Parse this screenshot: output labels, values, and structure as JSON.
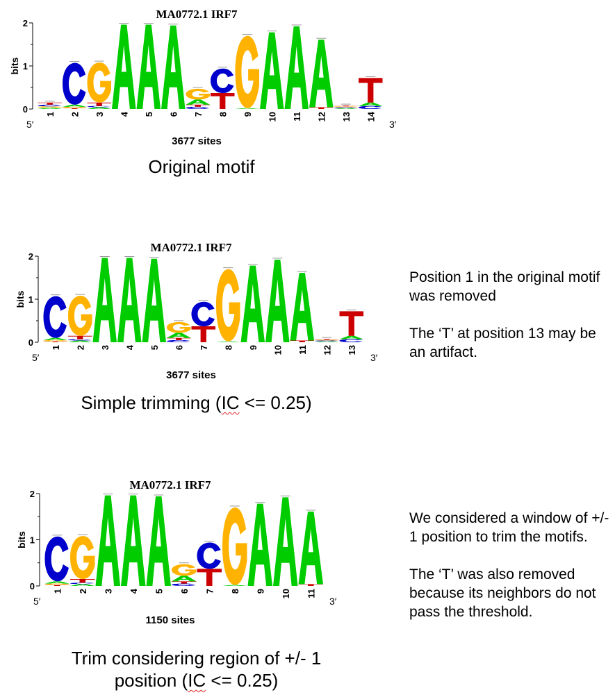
{
  "panels": [
    {
      "id": "original",
      "title": "MA0772.1 IRF7",
      "y_label": "bits",
      "y_ticks": [
        "0",
        "1",
        "2"
      ],
      "ymax": 2,
      "end5": "5′",
      "end3": "3′",
      "sites": "3677 sites",
      "caption": "Original motif",
      "positions": [
        {
          "label": "1",
          "stack": [
            [
              "A",
              0.03
            ],
            [
              "G",
              0.03
            ],
            [
              "C",
              0.04
            ],
            [
              "T",
              0.05
            ]
          ]
        },
        {
          "label": "2",
          "stack": [
            [
              "T",
              0.02
            ],
            [
              "G",
              0.03
            ],
            [
              "A",
              0.05
            ],
            [
              "C",
              0.97
            ]
          ]
        },
        {
          "label": "3",
          "stack": [
            [
              "A",
              0.04
            ],
            [
              "C",
              0.03
            ],
            [
              "T",
              0.08
            ],
            [
              "G",
              0.93
            ]
          ]
        },
        {
          "label": "4",
          "stack": [
            [
              "A",
              1.96
            ]
          ]
        },
        {
          "label": "5",
          "stack": [
            [
              "A",
              1.96
            ]
          ]
        },
        {
          "label": "6",
          "stack": [
            [
              "A",
              1.94
            ]
          ]
        },
        {
          "label": "7",
          "stack": [
            [
              "C",
              0.05
            ],
            [
              "T",
              0.05
            ],
            [
              "A",
              0.12
            ],
            [
              "G",
              0.25
            ]
          ]
        },
        {
          "label": "8",
          "stack": [
            [
              "T",
              0.37
            ],
            [
              "C",
              0.57
            ]
          ]
        },
        {
          "label": "9",
          "stack": [
            [
              "A",
              0.02
            ],
            [
              "G",
              1.68
            ]
          ]
        },
        {
          "label": "10",
          "stack": [
            [
              "A",
              1.78
            ]
          ]
        },
        {
          "label": "11",
          "stack": [
            [
              "A",
              1.92
            ]
          ]
        },
        {
          "label": "12",
          "stack": [
            [
              "T",
              0.04
            ],
            [
              "A",
              1.57
            ]
          ]
        },
        {
          "label": "13",
          "stack": [
            [
              "A",
              0.02
            ],
            [
              "C",
              0.02
            ],
            [
              "G",
              0.02
            ],
            [
              "T",
              0.02
            ]
          ]
        },
        {
          "label": "14",
          "stack": [
            [
              "C",
              0.07
            ],
            [
              "A",
              0.08
            ],
            [
              "T",
              0.57
            ]
          ]
        }
      ]
    },
    {
      "id": "simple",
      "title": "MA0772.1 IRF7",
      "y_label": "bits",
      "y_ticks": [
        "0",
        "1",
        "2"
      ],
      "ymax": 2,
      "end5": "5′",
      "end3": "3′",
      "sites": "3677 sites",
      "caption_parts": [
        "Simple trimming (",
        "IC",
        " <= 0.25)"
      ],
      "positions": [
        {
          "label": "1",
          "stack": [
            [
              "T",
              0.02
            ],
            [
              "G",
              0.03
            ],
            [
              "A",
              0.05
            ],
            [
              "C",
              0.97
            ]
          ]
        },
        {
          "label": "2",
          "stack": [
            [
              "A",
              0.04
            ],
            [
              "C",
              0.03
            ],
            [
              "T",
              0.08
            ],
            [
              "G",
              0.93
            ]
          ]
        },
        {
          "label": "3",
          "stack": [
            [
              "A",
              1.96
            ]
          ]
        },
        {
          "label": "4",
          "stack": [
            [
              "A",
              1.96
            ]
          ]
        },
        {
          "label": "5",
          "stack": [
            [
              "A",
              1.94
            ]
          ]
        },
        {
          "label": "6",
          "stack": [
            [
              "C",
              0.05
            ],
            [
              "T",
              0.05
            ],
            [
              "A",
              0.12
            ],
            [
              "G",
              0.25
            ]
          ]
        },
        {
          "label": "7",
          "stack": [
            [
              "T",
              0.37
            ],
            [
              "C",
              0.57
            ]
          ]
        },
        {
          "label": "8",
          "stack": [
            [
              "A",
              0.02
            ],
            [
              "G",
              1.68
            ]
          ]
        },
        {
          "label": "9",
          "stack": [
            [
              "A",
              1.78
            ]
          ]
        },
        {
          "label": "10",
          "stack": [
            [
              "A",
              1.92
            ]
          ]
        },
        {
          "label": "11",
          "stack": [
            [
              "T",
              0.04
            ],
            [
              "A",
              1.57
            ]
          ]
        },
        {
          "label": "12",
          "stack": [
            [
              "A",
              0.02
            ],
            [
              "C",
              0.02
            ],
            [
              "G",
              0.02
            ],
            [
              "T",
              0.02
            ]
          ]
        },
        {
          "label": "13",
          "stack": [
            [
              "C",
              0.07
            ],
            [
              "A",
              0.08
            ],
            [
              "T",
              0.57
            ]
          ]
        }
      ]
    },
    {
      "id": "window",
      "title": "MA0772.1 IRF7",
      "y_label": "bits",
      "y_ticks": [
        "0",
        "1",
        "2"
      ],
      "ymax": 2,
      "end5": "5′",
      "end3": "3′",
      "sites": "1150 sites",
      "caption_line1": "Trim considering region of +/- 1",
      "caption_line2_parts": [
        "position  (",
        "IC",
        " <= 0.25)"
      ],
      "positions": [
        {
          "label": "1",
          "stack": [
            [
              "T",
              0.02
            ],
            [
              "G",
              0.03
            ],
            [
              "A",
              0.05
            ],
            [
              "C",
              0.97
            ]
          ]
        },
        {
          "label": "2",
          "stack": [
            [
              "A",
              0.04
            ],
            [
              "C",
              0.03
            ],
            [
              "T",
              0.08
            ],
            [
              "G",
              0.93
            ]
          ]
        },
        {
          "label": "3",
          "stack": [
            [
              "A",
              1.96
            ]
          ]
        },
        {
          "label": "4",
          "stack": [
            [
              "A",
              1.96
            ]
          ]
        },
        {
          "label": "5",
          "stack": [
            [
              "A",
              1.94
            ]
          ]
        },
        {
          "label": "6",
          "stack": [
            [
              "C",
              0.05
            ],
            [
              "T",
              0.05
            ],
            [
              "A",
              0.12
            ],
            [
              "G",
              0.25
            ]
          ]
        },
        {
          "label": "7",
          "stack": [
            [
              "T",
              0.37
            ],
            [
              "C",
              0.57
            ]
          ]
        },
        {
          "label": "8",
          "stack": [
            [
              "A",
              0.02
            ],
            [
              "G",
              1.68
            ]
          ]
        },
        {
          "label": "9",
          "stack": [
            [
              "A",
              1.78
            ]
          ]
        },
        {
          "label": "10",
          "stack": [
            [
              "A",
              1.92
            ]
          ]
        },
        {
          "label": "11",
          "stack": [
            [
              "T",
              0.04
            ],
            [
              "A",
              1.57
            ]
          ]
        }
      ]
    }
  ],
  "notes": {
    "simple": [
      "Position 1 in the original motif was removed",
      "The ‘T’ at position 13 may be an artifact."
    ],
    "window": [
      "We considered a window of +/- 1 position to trim the motifs.",
      "The ‘T’ was also removed because its neighbors do not pass the threshold."
    ]
  },
  "base_colors": {
    "A": "#00cc00",
    "C": "#0000cc",
    "G": "#ffb300",
    "T": "#cc0000"
  }
}
